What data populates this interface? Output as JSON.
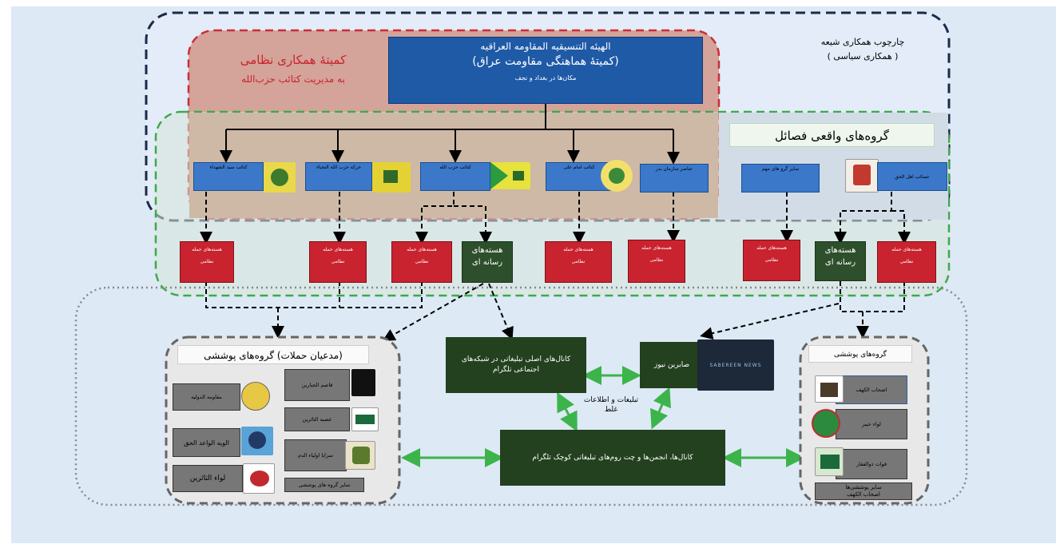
{
  "colors": {
    "bg": "#dde9f5",
    "navy": "#1b2a4a",
    "red_frame": "#c9232f",
    "green_frame": "#3caa4a",
    "arrow_green": "#3cb44b",
    "unit_red": "#c9232f",
    "unit_blue": "#3b78c9",
    "unit_green": "#2d4f2b",
    "gray": "#777777"
  },
  "hq": {
    "line1": "الهیئه التنسیقیه المقاومه العراقیه",
    "line2": "(کمیتهٔ هماهنگی مقاومت عراق)",
    "line3": "مکان‌ها در بغداد و نجف"
  },
  "military_committee": {
    "title": "کمیتهٔ همکاری نظامی",
    "subtitle": "به مدیریت کتائب حزب‌الله"
  },
  "shia_framework": {
    "line1": "چارچوب همکاری شیعه",
    "line2": "( همکاری سیاسی )"
  },
  "factions_title": "گروه‌های واقعی فصائل",
  "factions": [
    {
      "label": "کتائب سید الشهداء",
      "icon": "kataib-sayyid-al-shuhada-logo"
    },
    {
      "label": "حرکه حزب الله النجباء",
      "icon": "nujaba-logo"
    },
    {
      "label": "کتائب حزب الله",
      "icon": "kataib-hezbollah-logo"
    },
    {
      "label": "کتائب امام علی",
      "icon": "imam-ali-logo"
    },
    {
      "label": "عناصر سازمان بدر",
      "icon": ""
    },
    {
      "label": "سایر گرو های مهم",
      "icon": "iraq-emblem-logo"
    },
    {
      "label": "عصائب اهل الحق",
      "icon": ""
    }
  ],
  "cells": {
    "military_l1": "هسته‌های حمله",
    "military_l2": "نظامی",
    "media_l1": "هسته‌های",
    "media_l2": "رسانه ای"
  },
  "cover_left": {
    "title": "(مدعیان حملات) گروه‌های پوششی",
    "items": [
      "مقاومه الدولیه",
      "قاصم الجبارین",
      "عصبه الثائرین",
      "الویه الواعد الحق",
      "سرایا اولیاء الدم",
      "لواء الثائرین",
      "سایر گروه های پوششی"
    ]
  },
  "cover_right": {
    "title": "گروه‌های پوششی",
    "items": [
      "اصحاب الکهف",
      "لواء خیبر",
      "قوات ذوالفقار",
      "سایر پوششی‌ها"
    ],
    "overflow": "اصحاب الکهف"
  },
  "channels": {
    "main": "کانال‌های اصلی تبلیغاتی در شبکه‌های اجتماعی تلگرام",
    "sabereen": "صابرین نیوز",
    "sabereen_logo": "SABEREEN NEWS",
    "small": "کانال‌ها، انجمن‌ها و چت روم‌های تبلیغاتی کوچک تلگرام",
    "misinfo_l1": "تبلیغات و اطلاعات",
    "misinfo_l2": "غلط"
  },
  "logos": {
    "cover_left": [
      "dove-logo",
      "globe-logo",
      "dove-logo"
    ],
    "cover_left_inner": [
      "fist-logo",
      "rifle-logo",
      "soldier-logo"
    ],
    "cover_right": [
      "cave-logo",
      "flag-logo",
      "tank-logo"
    ]
  }
}
